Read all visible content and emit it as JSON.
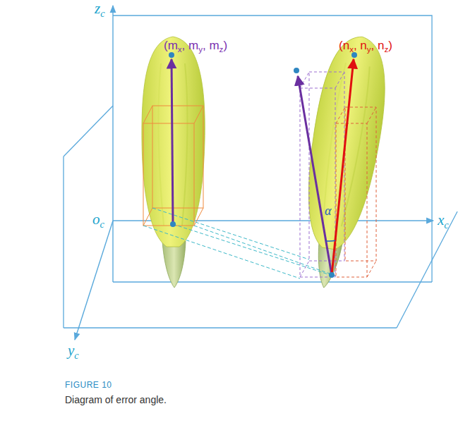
{
  "diagram": {
    "caption": "Diagram of error angle.",
    "labels": [
      "z",
      "c",
      "o",
      "c",
      "x",
      "c",
      "y",
      "c",
      "(m",
      "x",
      ",  m",
      "y",
      ",  m",
      "z",
      ")",
      "(n",
      "x",
      ",  n",
      "y",
      ",  n",
      "z",
      ")",
      "α",
      "FIGURE 10"
    ]
  }
}
